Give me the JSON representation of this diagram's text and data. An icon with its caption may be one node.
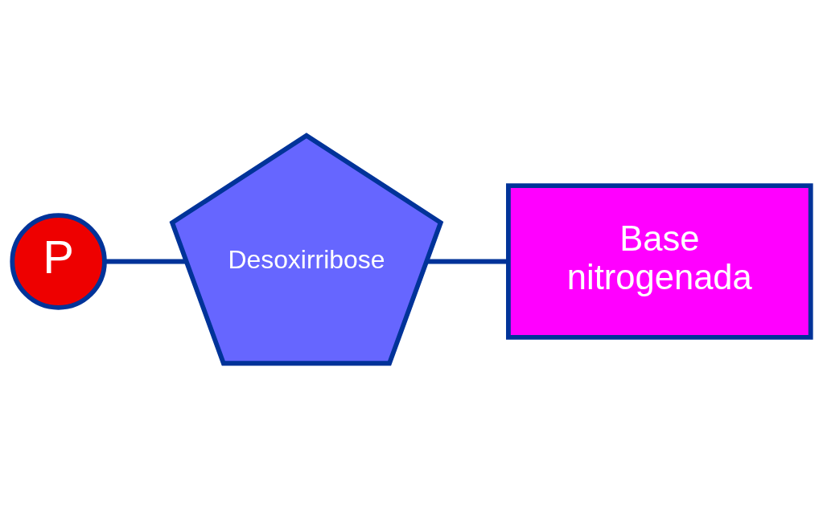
{
  "diagram": {
    "nodes": [
      {
        "text": [
          "P"
        ]
      },
      {
        "text": [
          "Desoxirribose"
        ]
      },
      {
        "text": [
          "Base nitrogenada"
        ]
      }
    ],
    "edges": [
      {
        "from": 0,
        "to": 1,
        "arrow": "none"
      },
      {
        "from": 1,
        "to": 2,
        "arrow": "none"
      }
    ]
  }
}
